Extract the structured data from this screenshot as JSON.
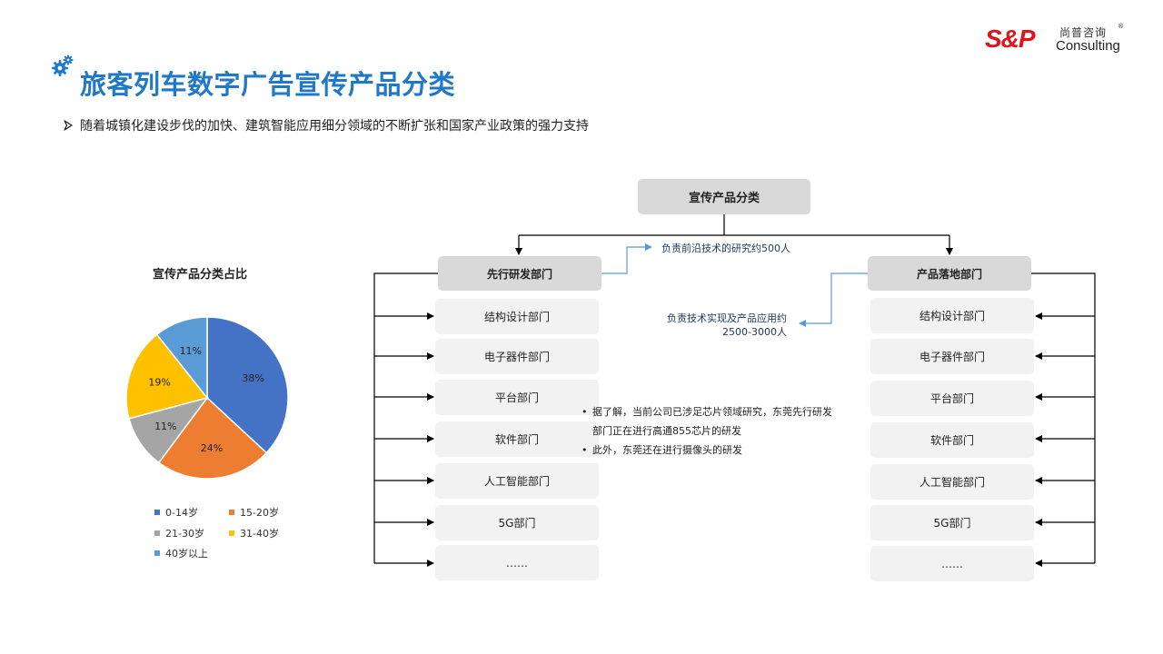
{
  "header": {
    "title": "旅客列车数字广告宣传产品分类",
    "subtitle": "随着城镇化建设步伐的加快、建筑智能应用细分领域的不断扩张和国家产业政策的强力支持",
    "title_icon": "gears-icon",
    "title_color": "#1f78c8"
  },
  "logo": {
    "mark": "S&P",
    "chinese": "尚普咨询",
    "registered": "®",
    "english": "Consulting",
    "mark_color": "#e3131b"
  },
  "chart_data": {
    "type": "pie",
    "title": "宣传产品分类占比",
    "labels": [
      "0-14岁",
      "15-20岁",
      "21-30岁",
      "31-40岁",
      "40岁以上"
    ],
    "values": [
      38,
      24,
      11,
      19,
      11
    ],
    "value_labels": [
      "38%",
      "24%",
      "11%",
      "19%",
      "11%"
    ],
    "colors": [
      "#4472c4",
      "#ed7d31",
      "#a5a5a5",
      "#ffc000",
      "#5b9bd5"
    ],
    "start_angle_deg": 0,
    "direction": "clockwise",
    "legend_position": "bottom"
  },
  "org": {
    "root": "宣传产品分类",
    "left_head": "先行研发部门",
    "right_head": "产品落地部门",
    "left_note": "负责前沿技术的研究约500人",
    "right_note_line1": "负责技术实现及产品应用约",
    "right_note_line2": "2500-3000人",
    "departments": [
      "结构设计部门",
      "电子器件部门",
      "平台部门",
      "软件部门",
      "人工智能部门",
      "5G部门",
      "……"
    ],
    "line_color": "#000000",
    "note_arrow_color": "#5b9bd5"
  },
  "bullets": {
    "marker": "•",
    "b1_line1": "据了解，当前公司已涉足芯片领域研究，东莞先行研发",
    "b1_line2": "部门正在进行高通855芯片的研发",
    "b2": "此外，东莞还在进行摄像头的研发"
  }
}
